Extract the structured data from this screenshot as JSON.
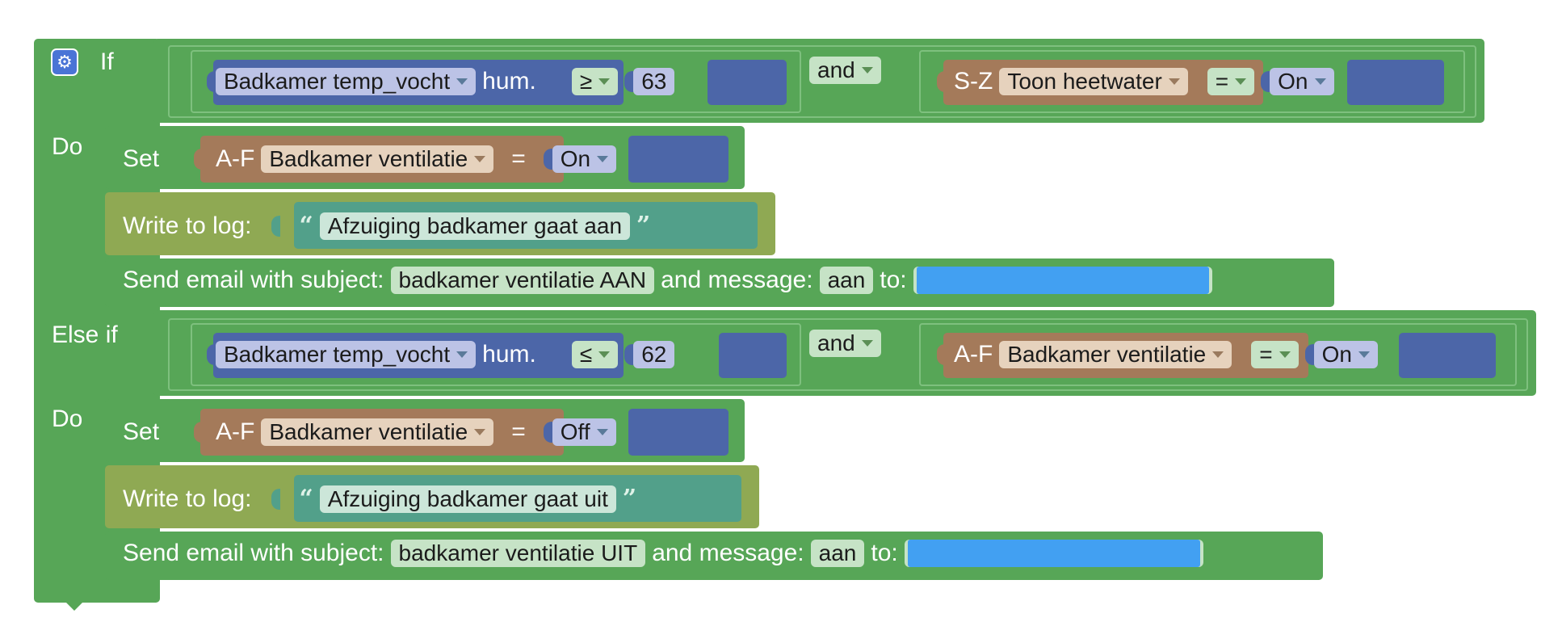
{
  "colors": {
    "green": "#57a657",
    "olive": "#8fa953",
    "blue": "#4c66a8",
    "brown": "#a47a5a",
    "teal": "#52a08a",
    "mask": "#42a0f2"
  },
  "if_block": {
    "if_label": "If",
    "do_label": "Do",
    "else_if_label": "Else if",
    "settings_icon": "gear-icon"
  },
  "branch1": {
    "cond": {
      "device": "Badkamer temp_vocht",
      "prop": "hum.",
      "op": "≥",
      "value": "63",
      "and": "and",
      "cat": "S-Z",
      "device2": "Toon heetwater",
      "eq": "=",
      "state": "On"
    },
    "set": {
      "label": "Set",
      "cat": "A-F",
      "device": "Badkamer ventilatie",
      "eq": "=",
      "value": "On"
    },
    "log": {
      "label": "Write to log:",
      "text": "Afzuiging badkamer gaat aan"
    },
    "email": {
      "label": "Send email with subject:",
      "subject": "badkamer ventilatie AAN",
      "msg_label": "and message:",
      "message": "aan",
      "to_label": "to:"
    }
  },
  "branch2": {
    "cond": {
      "device": "Badkamer temp_vocht",
      "prop": "hum.",
      "op": "≤",
      "value": "62",
      "and": "and",
      "cat": "A-F",
      "device2": "Badkamer ventilatie",
      "eq": "=",
      "state": "On"
    },
    "set": {
      "label": "Set",
      "cat": "A-F",
      "device": "Badkamer ventilatie",
      "eq": "=",
      "value": "Off"
    },
    "log": {
      "label": "Write to log:",
      "text": "Afzuiging badkamer gaat uit"
    },
    "email": {
      "label": "Send email with subject:",
      "subject": "badkamer ventilatie UIT",
      "msg_label": "and message:",
      "message": "aan",
      "to_label": "to:"
    }
  }
}
